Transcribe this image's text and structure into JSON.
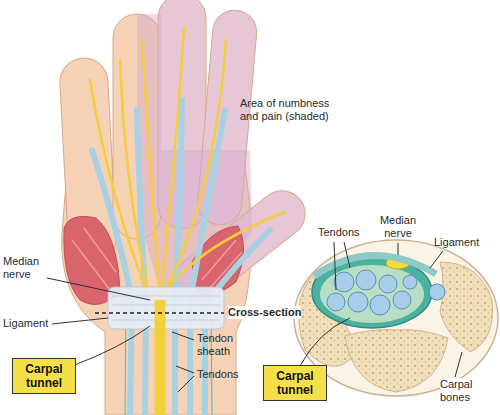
{
  "diagram": {
    "nodes": [
      {
        "text": [
          "Carpal tunnel"
        ]
      },
      {
        "text": [
          "Carpal tunnel"
        ]
      }
    ],
    "labels": [
      "Area of numbness and pain (shaded)",
      "Tendons",
      "Median nerve",
      "Ligament",
      "Median nerve",
      "Cross-section",
      "Ligament",
      "Tendon sheath",
      "Tendons",
      "Carpal bones"
    ]
  }
}
